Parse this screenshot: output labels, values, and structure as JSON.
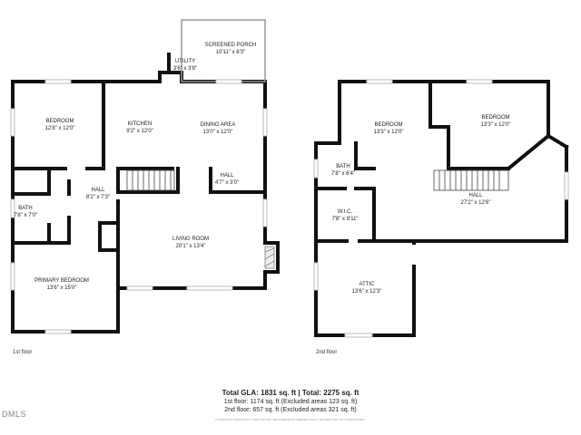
{
  "floors": [
    {
      "caption": "1st floor",
      "rooms": [
        {
          "name": "SCREENED PORCH",
          "dims": "10'11\" x 8'3\""
        },
        {
          "name": "UTILITY",
          "dims": "3'6\" x 3'8\""
        },
        {
          "name": "BEDROOM",
          "dims": "12'8\" x 12'0\""
        },
        {
          "name": "KITCHEN",
          "dims": "9'2\" x 12'0\""
        },
        {
          "name": "DINING AREA",
          "dims": "13'0\" x 12'0\""
        },
        {
          "name": "HALL",
          "dims": "8'2\" x 7'3\""
        },
        {
          "name": "HALL",
          "dims": "4'7\" x 3'0\""
        },
        {
          "name": "BATH",
          "dims": "7'8\" x 7'0\""
        },
        {
          "name": "LIVING ROOM",
          "dims": "20'1\" x 13'4\""
        },
        {
          "name": "PRIMARY BEDROOM",
          "dims": "13'6\" x 15'0\""
        }
      ]
    },
    {
      "caption": "2nd floor",
      "rooms": [
        {
          "name": "BEDROOM",
          "dims": "13'3\" x 12'0\""
        },
        {
          "name": "BEDROOM",
          "dims": "13'3\" x 12'0\""
        },
        {
          "name": "BATH",
          "dims": "7'8\" x 6'4\""
        },
        {
          "name": "HALL",
          "dims": "27'2\" x 12'6\""
        },
        {
          "name": "W.I.C.",
          "dims": "7'8\" x 8'11\""
        },
        {
          "name": "ATTIC",
          "dims": "13'6\" x 12'3\""
        }
      ]
    }
  ],
  "summary": {
    "title": "Total GLA: 1831 sq. ft | Total: 2275 sq. ft",
    "line1": "1st floor: 1174 sq. ft (Excluded areas 123 sq. ft)",
    "line2": "2nd floor: 657 sq. ft (Excluded areas 321 sq. ft)"
  },
  "watermark": "DMLS",
  "disclaimer": "FLOOR PLAN CREATED BY CUBICASA APP. MEASUREMENTS DEEMED HIGHLY RELIABLE BUT NOT GUARANTEED."
}
